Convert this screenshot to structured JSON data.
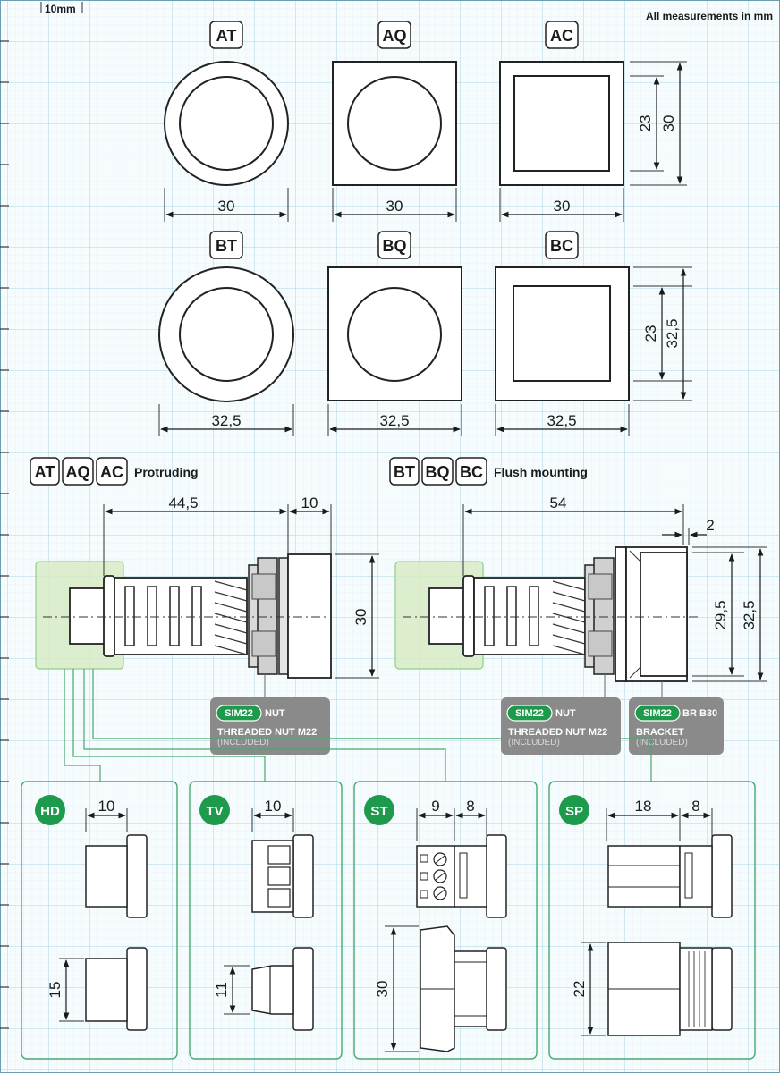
{
  "header": {
    "scale": "10mm",
    "units_note": "All measurements in mm"
  },
  "front_views": {
    "row1": [
      {
        "code": "AT",
        "width": "30"
      },
      {
        "code": "AQ",
        "width": "30"
      },
      {
        "code": "AC",
        "width": "30",
        "inner": "23",
        "outer": "30"
      }
    ],
    "row2": [
      {
        "code": "BT",
        "width": "32,5"
      },
      {
        "code": "BQ",
        "width": "32,5"
      },
      {
        "code": "BC",
        "width": "32,5",
        "inner": "23",
        "outer": "32,5"
      }
    ]
  },
  "side_views": {
    "protruding": {
      "codes": [
        "AT",
        "AQ",
        "AC"
      ],
      "title": "Protruding",
      "length": "44,5",
      "head": "10",
      "height": "30"
    },
    "flush": {
      "codes": [
        "BT",
        "BQ",
        "BC"
      ],
      "title": "Flush mounting",
      "length": "54",
      "offset": "2",
      "inner_height": "29,5",
      "outer_height": "32,5"
    }
  },
  "accessory_tags": [
    {
      "code": "SIM22",
      "suffix": "NUT",
      "line1": "THREADED NUT M22",
      "line2": "(INCLUDED)"
    },
    {
      "code": "SIM22",
      "suffix": "NUT",
      "line1": "THREADED NUT M22",
      "line2": "(INCLUDED)"
    },
    {
      "code": "SIM22",
      "suffix": "BR B30",
      "line1": "BRACKET",
      "line2": "(INCLUDED)"
    }
  ],
  "terminals": [
    {
      "code": "HD",
      "dim1": "10",
      "dim2": "15"
    },
    {
      "code": "TV",
      "dim1": "10",
      "dim2": "11"
    },
    {
      "code": "ST",
      "dim1": "9",
      "dim2": "8",
      "dim3": "30"
    },
    {
      "code": "SP",
      "dim1": "18",
      "dim2": "8",
      "dim3": "22"
    }
  ],
  "colors": {
    "grid_minor": "#d6ecf3",
    "grid_major": "#a9d5e3",
    "brand_green": "#1e9a4d",
    "highlight_fill": "#d7ebc4",
    "highlight_stroke": "#8fcf8a",
    "tag_gray": "#8a8a8a",
    "panel_border": "#4aa86e"
  }
}
